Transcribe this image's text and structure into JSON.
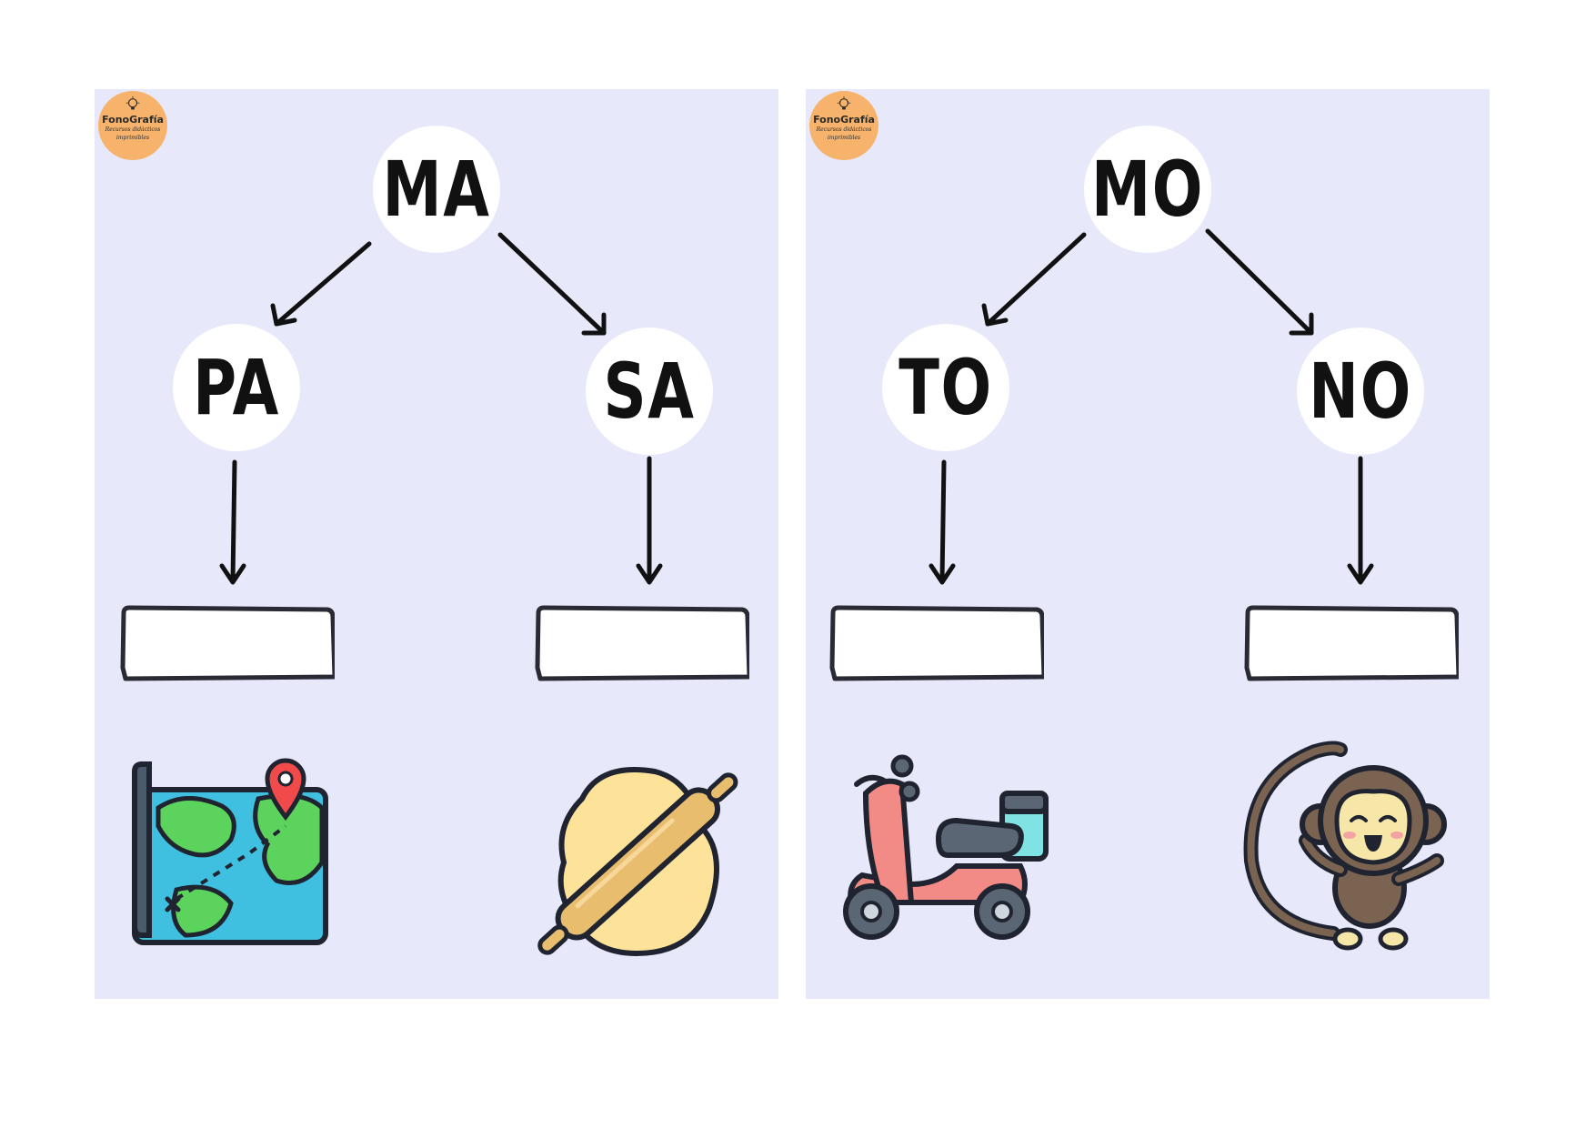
{
  "logo": {
    "brand": "FonoGrafía",
    "tagline_1": "Recursos didácticos",
    "tagline_2": "imprimibles"
  },
  "cards": [
    {
      "top_syllable": "MA",
      "left_syllable": "PA",
      "right_syllable": "SA",
      "left_picture": "map-icon",
      "right_picture": "rolling-pin-dough-icon",
      "left_answer": "",
      "right_answer": ""
    },
    {
      "top_syllable": "MO",
      "left_syllable": "TO",
      "right_syllable": "NO",
      "left_picture": "scooter-icon",
      "right_picture": "monkey-icon",
      "left_answer": "",
      "right_answer": ""
    }
  ],
  "colors": {
    "card_background": "#e7e9fb",
    "logo_background": "#f7b36b",
    "text": "#111111"
  }
}
